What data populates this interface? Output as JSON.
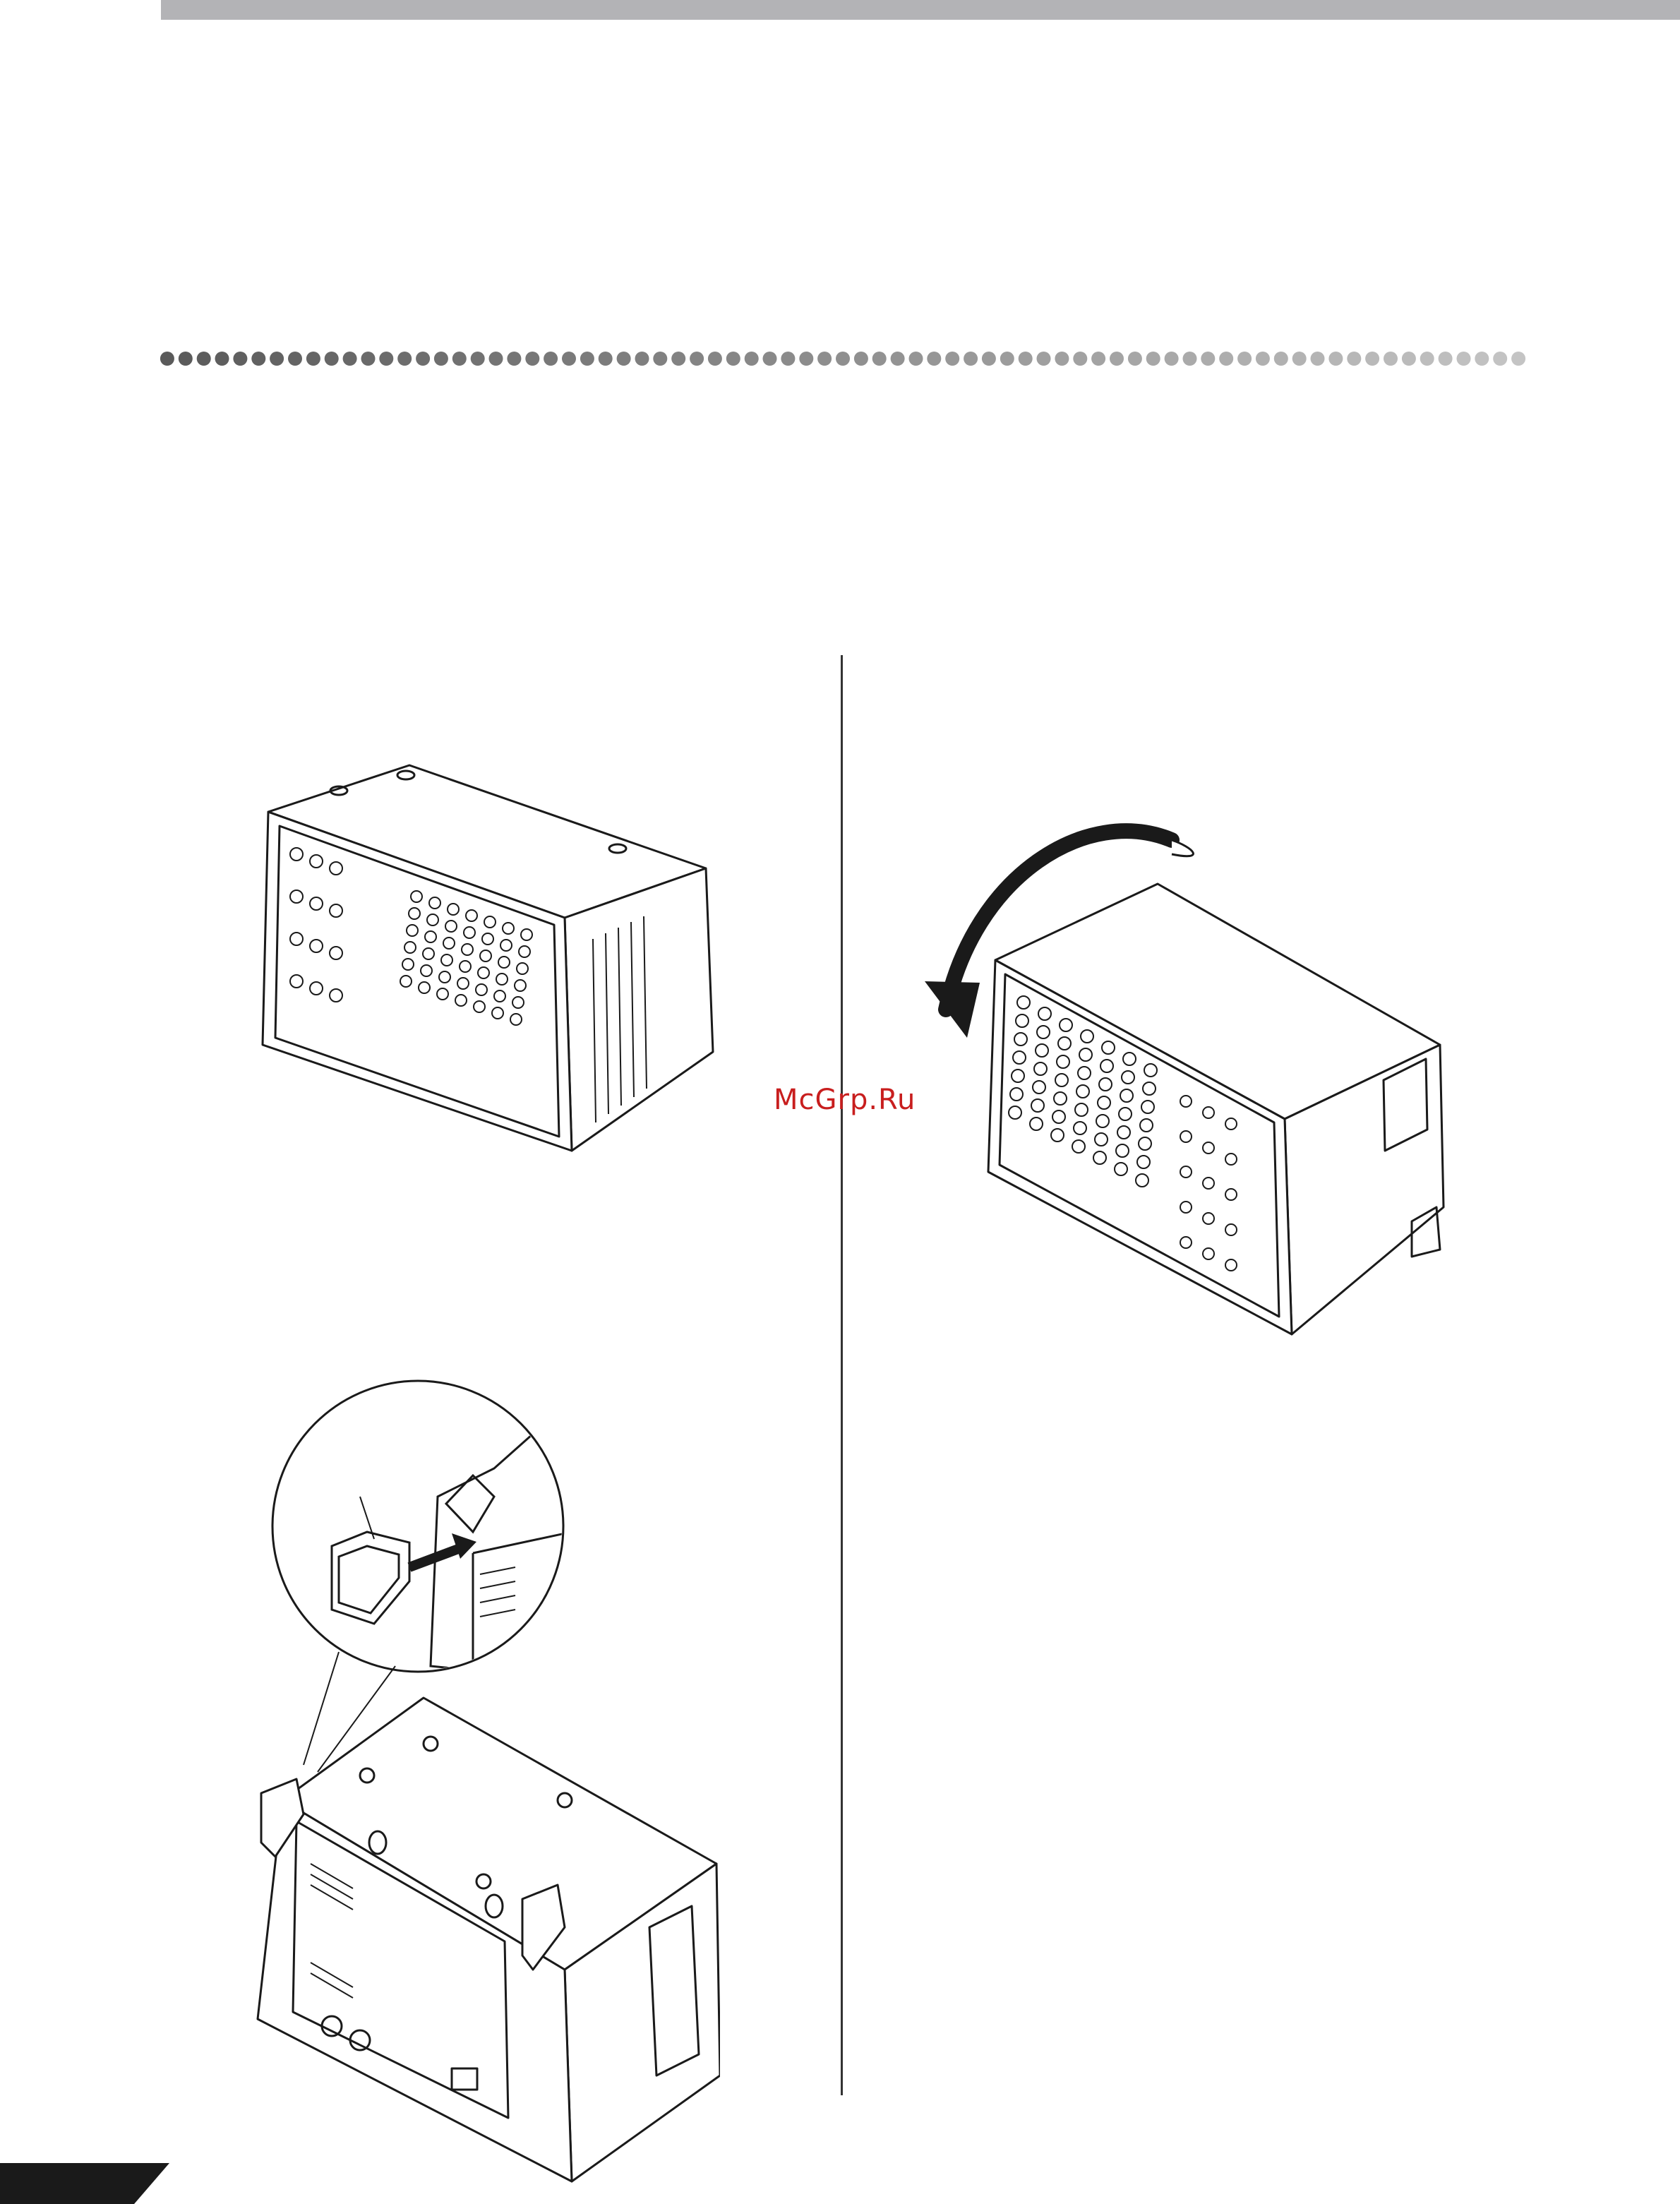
{
  "watermark": {
    "text": "McGrp.Ru",
    "color": "#c81e1e"
  },
  "colors": {
    "top_bar": "#b3b3b6",
    "dots_dark": "#5a5a5a",
    "dots_light": "#c4c4c4",
    "line_art": "#1a1a1a",
    "page_tab": "#1a1a1a"
  },
  "illustrations": [
    {
      "name": "mixer-rear-panel-upright",
      "description_visible": false
    },
    {
      "name": "mixer-rotate-arrow"
    },
    {
      "name": "foot-attachment-closeup"
    },
    {
      "name": "mixer-bottom-with-feet"
    }
  ]
}
